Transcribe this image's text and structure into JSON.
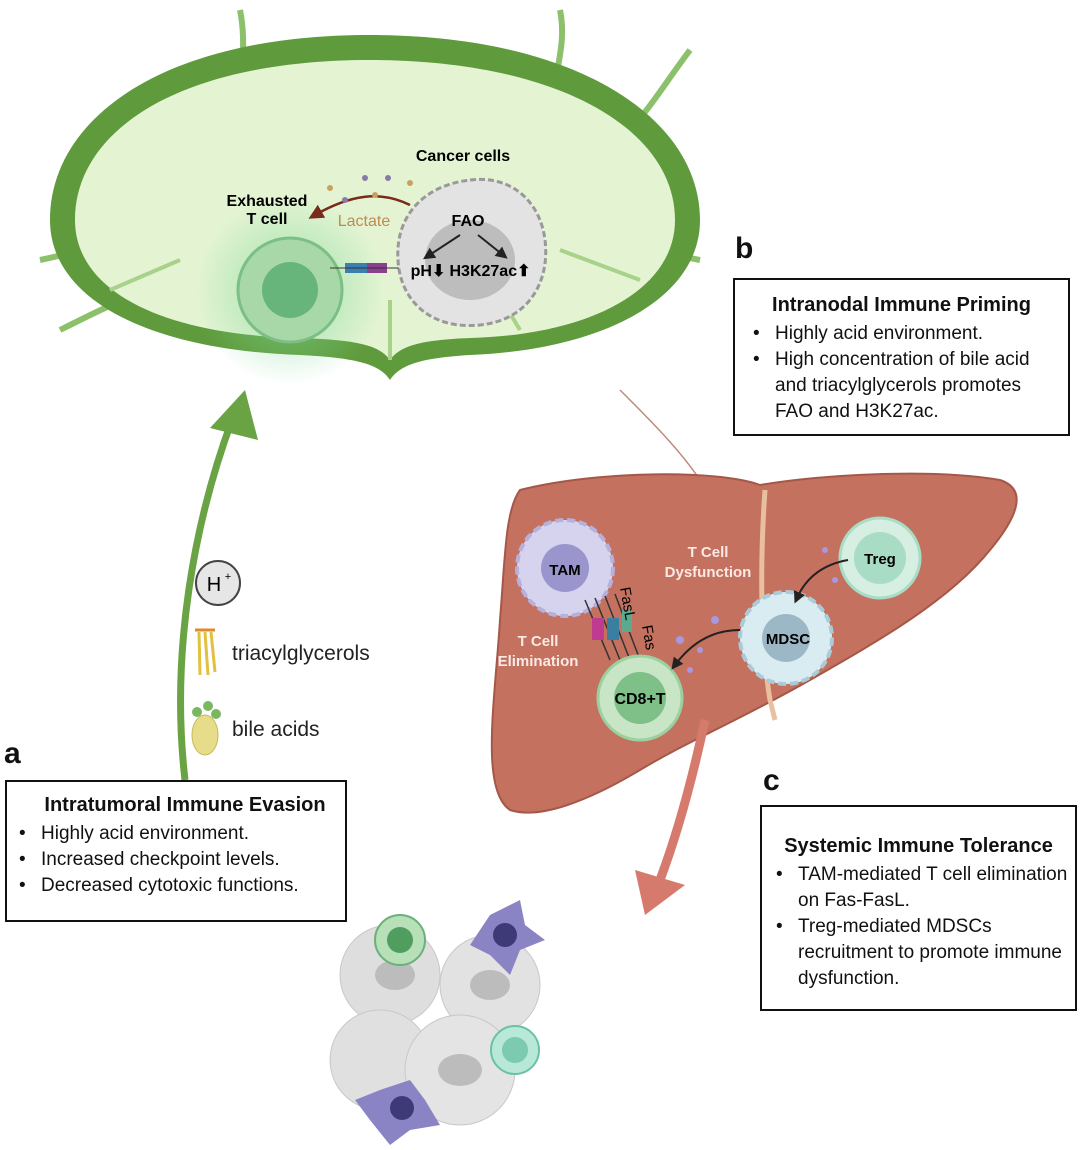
{
  "lymph_node": {
    "cancer_cells": "Cancer cells",
    "exhausted_t_cell": [
      "Exhausted",
      "T cell"
    ],
    "lactate": "Lactate",
    "fao": "FAO",
    "ph": "pH⬇",
    "h3k27ac": "H3K27ac⬆"
  },
  "liver": {
    "tam": "TAM",
    "fasl": "FasL",
    "fas": "Fas",
    "t_cell_dysfunction": [
      "T Cell",
      "Dysfunction"
    ],
    "t_cell_elimination": [
      "T Cell",
      "Elimination"
    ],
    "treg": "Treg",
    "mdsc": "MDSC",
    "cd8t": "CD8+T"
  },
  "legend": {
    "h_plus": "H",
    "h_plus_sup": "+",
    "triacylglycerols": "triacylglycerols",
    "bile_acids": "bile acids"
  },
  "panels": {
    "a": {
      "letter": "a",
      "title": "Intratumoral Immune Evasion",
      "bullets": [
        "Highly acid environment.",
        "Increased checkpoint levels.",
        "Decreased cytotoxic functions."
      ]
    },
    "b": {
      "letter": "b",
      "title": "Intranodal Immune Priming",
      "bullets": [
        "Highly acid environment.",
        "High concentration of bile acid and triacylglycerols promotes FAO and H3K27ac."
      ]
    },
    "c": {
      "letter": "c",
      "title": "Systemic Immune Tolerance",
      "bullets": [
        "TAM-mediated T cell elimination on Fas-FasL.",
        "Treg-mediated MDSCs recruitment to promote immune dysfunction."
      ]
    }
  },
  "colors": {
    "node_outer": "#5f9b3c",
    "node_inner": "#e4f4d3",
    "liver": "#c4715f",
    "arrow_green": "#6aa343",
    "arrow_red": "#d77a6e"
  }
}
